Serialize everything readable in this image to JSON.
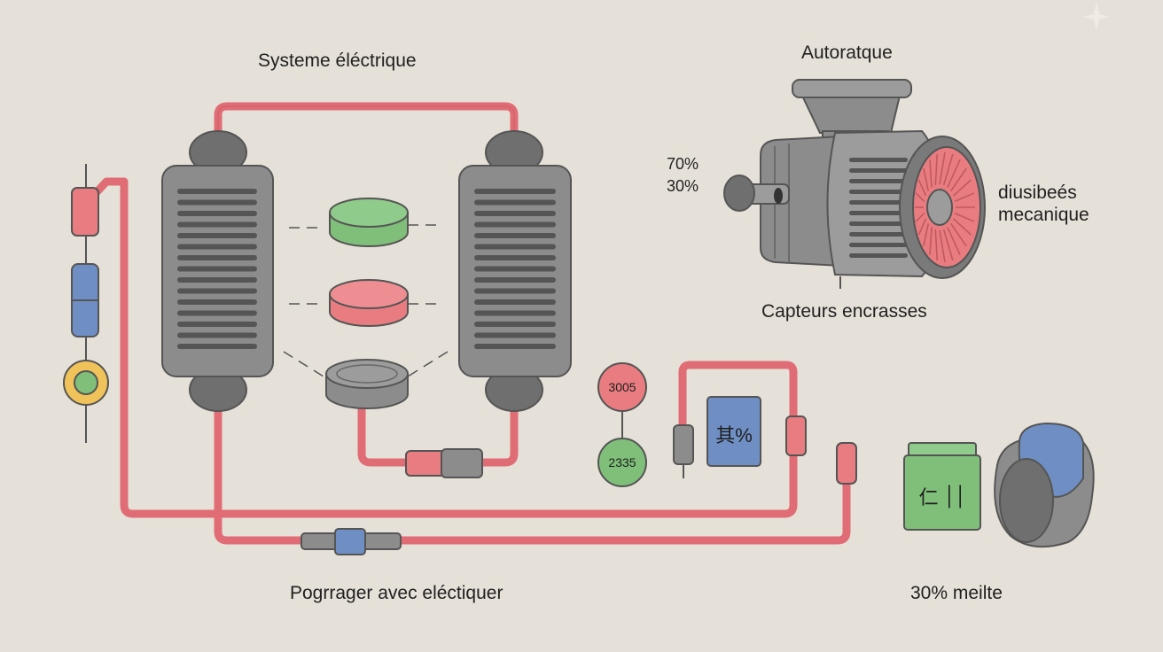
{
  "labels": {
    "title_left": "Systeme éléctrique",
    "title_right": "Autoratque",
    "percent_top": "70%",
    "percent_bottom": "30%",
    "side_label_line1": "diusibeés",
    "side_label_line2": "mecanique",
    "sensors_label": "Capteurs encrasses",
    "bottom_label": "Pogrrager avec eléctiquer",
    "bottom_right_label": "30% meilte"
  },
  "badges": {
    "red": "3005",
    "green": "2335",
    "blue_panel": "其%",
    "green_box": "仁 ׀׀"
  },
  "colors": {
    "background": "#e6e1d8",
    "wire_red": "#e06c75",
    "gray_body": "#8c8c8c",
    "gray_dark": "#6f6f6f",
    "green": "#7fbf7a",
    "red": "#e87c80",
    "blue": "#6f8fc4",
    "yellow": "#f0c35a"
  }
}
